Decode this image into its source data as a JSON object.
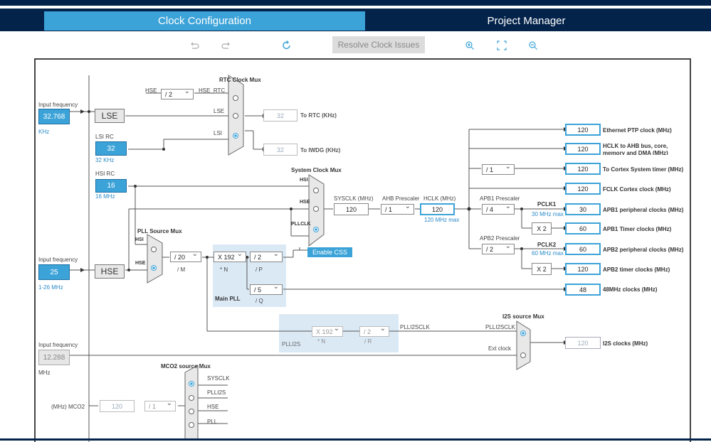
{
  "tabs": [
    {
      "label": "Clock Configuration",
      "active": true
    },
    {
      "label": "Project Manager",
      "active": false
    }
  ],
  "toolbar": {
    "undo_icon": "undo-icon",
    "redo_icon": "redo-icon",
    "refresh_icon": "refresh-icon",
    "resolve_label": "Resolve Clock Issues",
    "zoom_in_icon": "zoom-in-icon",
    "fit_icon": "fit-icon",
    "zoom_out_icon": "zoom-out-icon"
  },
  "colors": {
    "nav_bg": "#03234b",
    "accent": "#3ca3d8",
    "pll_bg": "#dbe9f5"
  },
  "lse": {
    "input_label": "Input frequency",
    "input_value": "32.768",
    "unit": "KHz",
    "label": "LSE"
  },
  "lsi": {
    "label": "LSI RC",
    "value": "32",
    "unit": "32 KHz"
  },
  "hsi": {
    "label": "HSI RC",
    "value": "16",
    "unit": "16 MHz"
  },
  "hse": {
    "input_label": "Input frequency",
    "input_value": "25",
    "range": "1-26 MHz",
    "label": "HSE"
  },
  "ext": {
    "input_label": "Input frequency",
    "input_value": "12.288",
    "unit": "MHz"
  },
  "rtc": {
    "mux_title": "RTC Clock Mux",
    "hse_label": "HSE",
    "hse_div": "/ 2",
    "hse_rtc": "HSE_RTC",
    "lse_in": "LSE",
    "lsi_in": "LSI",
    "rtc_value": "32",
    "rtc_label": "To RTC (KHz)",
    "iwdg_value": "32",
    "iwdg_label": "To IWDG (KHz)"
  },
  "pll_source": {
    "title": "PLL Source Mux",
    "hsi": "HSI",
    "hse": "HSE"
  },
  "main_pll": {
    "label": "Main PLL",
    "m_div": "/ 20",
    "m_label": "/ M",
    "n_mul": "X 192",
    "n_label": "* N",
    "p_div": "/ 2",
    "p_label": "/ P",
    "q_div": "/ 5",
    "q_label": "/ Q"
  },
  "sysclk_mux": {
    "title": "System Clock Mux",
    "hsi": "HSI",
    "hse": "HSE",
    "pllclk": "PLLCLK",
    "enable_css": "Enable CSS"
  },
  "sysclk": {
    "label": "SYSCLK (MHz)",
    "value": "120"
  },
  "ahb": {
    "label": "AHB Prescaler",
    "value": "/ 1"
  },
  "hclk": {
    "label": "HCLK (MHz)",
    "value": "120",
    "max": "120 MHz max"
  },
  "apb1": {
    "label": "APB1 Prescaler",
    "value": "/ 4",
    "pclk": "PCLK1",
    "max": "30 MHz max",
    "timer_mul": "X 2"
  },
  "apb2": {
    "label": "APB2 Prescaler",
    "value": "/ 2",
    "pclk": "PCLK2",
    "max": "60 MHz max",
    "timer_mul": "X 2"
  },
  "cortex_div": "/ 1",
  "outputs": [
    {
      "value": "120",
      "label": "Ethernet PTP clock (MHz)"
    },
    {
      "value": "120",
      "label": "HCLK to AHB bus, core, memory and DMA (MHz)"
    },
    {
      "value": "120",
      "label": "To Cortex System timer (MHz)"
    },
    {
      "value": "120",
      "label": "FCLK Cortex clock (MHz)"
    },
    {
      "value": "30",
      "label": "APB1 peripheral clocks (MHz)"
    },
    {
      "value": "60",
      "label": "APB1 Timer clocks (MHz)"
    },
    {
      "value": "60",
      "label": "APB2 peripheral clocks (MHz)"
    },
    {
      "value": "120",
      "label": "APB2 timer clocks (MHz)"
    },
    {
      "value": "48",
      "label": "48MHz clocks (MHz)"
    }
  ],
  "plli2s": {
    "label": "PLLI2S",
    "n_mul": "X 192",
    "n_label": "* N",
    "r_div": "/ 2",
    "r_label": "/ R",
    "out": "PLLI2SCLK"
  },
  "i2s": {
    "title": "I2S source Mux",
    "in1": "PLLI2SCLK",
    "in2": "Ext clock",
    "value": "120",
    "label": "I2S clocks (MHz)"
  },
  "mco2": {
    "title": "MCO2 source Mux",
    "inputs": [
      "SYSCLK",
      "PLLI2S",
      "HSE",
      "PLL"
    ],
    "out_label": "(MHz) MCO2",
    "value": "120",
    "div": "/ 1"
  }
}
